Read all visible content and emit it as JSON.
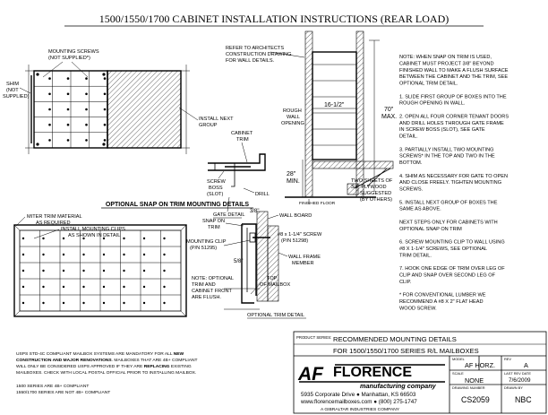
{
  "title": "1500/1550/1700 CABINET INSTALLATION INSTRUCTIONS (REAR LOAD)",
  "top_left": {
    "mounting_screws_line1": "MOUNTING SCREWS",
    "mounting_screws_line2": "(NOT SUPPLIED*)",
    "shim_line1": "SHIM",
    "shim_line2": "(NOT",
    "shim_line3": "SUPPLIED)",
    "install_next_line1": "INSTALL NEXT",
    "install_next_line2": "GROUP"
  },
  "architect_note": [
    "REFER TO ARCHITECTS",
    "CONSTRUCTION DRAWING",
    "FOR WALL DETAILS."
  ],
  "gate_detail": {
    "cabinet_trim_line1": "CABINET",
    "cabinet_trim_line2": "TRIM",
    "screw_boss_line1": "SCREW",
    "screw_boss_line2": "BOSS",
    "screw_boss_line3": "(SLOT)",
    "drill": "DRILL",
    "caption": "GATE DETAIL"
  },
  "elevation": {
    "rough_wall_opening": [
      "ROUGH",
      "WALL",
      "OPENING"
    ],
    "width_dim": "16-1/2\"",
    "height_dim_line1": "70\"",
    "height_dim_line2": "MAX.",
    "floor_dim_line1": "28\"",
    "floor_dim_line2": "MIN.",
    "plywood_note": [
      "TWO SHEETS OF",
      "3/4\" PLYWOOD",
      "SUGGESTED",
      "(BY OTHERS)"
    ],
    "finished_floor": "FINISHED FLOOR"
  },
  "optional_heading": "OPTIONAL SNAP ON TRIM MOUNTING DETAILS",
  "optional": {
    "miter_line1": "MITER TRIM MATERIAL",
    "miter_line2": "AS REQUIRED",
    "clips_line1": "INSTALL MOUNTING CLIPS",
    "clips_line2": "AS SHOWN IN DETAIL",
    "snap_line1": "SNAP ON",
    "snap_line2": "TRIM",
    "three_eighths": "3/8\"",
    "wall_board": "WALL BOARD",
    "screw_line1": "#8 x 1-1/4\" SCREW",
    "screw_line2": "(P/N 51298)",
    "clip_line1": "MOUNTING CLIP",
    "clip_line2": "(P/N 51295)",
    "five_eighths": "5/8\"",
    "wall_frame_line1": "WALL FRAME",
    "wall_frame_line2": "MEMBER",
    "note_lines": [
      "NOTE: OPTIONAL",
      "TRIM AND",
      "CABINET FRONT",
      "ARE FLUSH."
    ],
    "top_line1": "TOP",
    "top_line2": "OF MAILBOX",
    "caption": "OPTIONAL TRIM DETAIL"
  },
  "notes": [
    "NOTE: WHEN SNAP ON TRIM IS USED,",
    "CABINET MUST PROJECT 3/8\" BEYOND",
    "FINISHED WALL TO MAKE A FLUSH SURFACE",
    "BETWEEN THE CABINET AND THE TRIM, SEE",
    "OPTIONAL TRIM DETAIL.",
    "",
    "1. SLIDE FIRST GROUP OF BOXES INTO THE",
    "    ROUGH OPENING IN WALL.",
    "",
    "2. OPEN ALL FOUR CORNER TENANT DOORS",
    "    AND DRILL HOLES THROUGH GATE FRAME",
    "    IN SCREW BOSS (SLOT), SEE GATE",
    "    DETAIL.",
    "",
    "3. PARTIALLY INSTALL TWO MOUNTING",
    "    SCREWS* IN THE TOP AND TWO IN THE",
    "    BOTTOM.",
    "",
    "4. SHIM AS NECESSARY FOR GATE TO OPEN",
    "    AND CLOSE FREELY. TIGHTEN MOUNTING",
    "    SCREWS.",
    "",
    "5. INSTALL NEXT GROUP OF BOXES THE",
    "    SAME AS ABOVE.",
    "",
    "NEXT STEPS ONLY FOR CABINETS WITH",
    "OPTIONAL SNAP ON TRIM",
    "",
    "6. SCREW MOUNTING CLIP TO WALL USING",
    "    #8 X 1-1/4\" SCREWS, SEE OPTIONAL",
    "    TRIM DETAIL.",
    "",
    "7. HOOK ONE EDGE OF TRIM OVER LEG OF",
    "    CLIP AND SNAP OVER SECOND LEG OF",
    "    CLIP.",
    "",
    "* FOR CONVENTIONAL LUMBER WE",
    "   RECOMMEND A #8 X 2\" FLAT HEAD",
    "   WOOD SCREW."
  ],
  "bottom_note": {
    "line1a": "USPS STD-4C COMPLIANT MAILBOX SYSTEMS ARE MANDATORY FOR ALL ",
    "line1b": "NEW",
    "line2a": "CONSTRUCTION AND MAJOR RENOVATIONS",
    "line2b": ". MAILBOXES THAT ARE 4B+ COMPLIANT",
    "line3a": "WILL ONLY BE CONSIDERED USPS APPROVED IF THEY ARE ",
    "line3b": "REPLACING",
    "line3c": " EXISTING",
    "line4": "MAILBOXES. CHECK WITH LOCAL POSTAL OFFICIAL PRIOR TO INSTALLING MAILBOX.",
    "series1": "1500 SERIES ARE 4B+ COMPLIANT",
    "series2": "1550/1700 SERIES ARE NOT 4B+ COMPLIANT"
  },
  "title_block": {
    "product_series_label": "PRODUCT SERIES:",
    "heading1": "RECOMMENDED MOUNTING DETAILS",
    "heading2": "FOR 1500/1550/1700 SERIES R/L MAILBOXES",
    "logo_af": "AF",
    "logo_florence": "FLORENCE",
    "logo_mfg": "manufacturing company",
    "address": "5935 Corporate Drive ● Manhattan, KS 66503",
    "web": "www.florencemailboxes.com ● (800) 275-1747",
    "gibraltar": "A GIBRALTAR INDUSTRIES COMPANY",
    "model_label": "MODEL",
    "model_value": "AF HORZ.",
    "rev_label": "REV",
    "rev_value": "A",
    "scale_label": "SCALE",
    "scale_value": "NONE",
    "last_rev_label": "LAST REV DATE",
    "last_rev_value": "7/6/2009",
    "drawing_number_label": "DRAWING NUMBER",
    "drawing_number_value": "CS2059",
    "drawn_by_label": "DRAWN BY",
    "drawn_by_value": "NBC"
  }
}
